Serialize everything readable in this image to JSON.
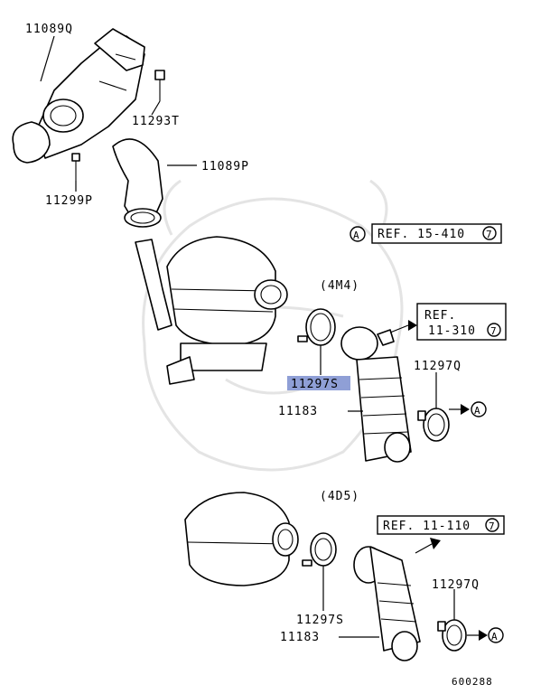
{
  "labels": {
    "resonator_upper": "11089Q",
    "nut": "11293T",
    "duct": "11089P",
    "bolt": "11299P",
    "clamp_4m4": "11297S",
    "clamp_4d5": "11297S",
    "hose_4m4": "11183",
    "hose_4d5": "11183",
    "clamp_q_4m4": "11297Q",
    "clamp_q_4d5": "11297Q"
  },
  "variants": {
    "first": "(4M4)",
    "second": "(4D5)"
  },
  "refs": {
    "ref1": {
      "circle": "A",
      "prefix": "REF. 15-410",
      "num": "7"
    },
    "ref2": {
      "line1": "REF.",
      "line2": "11-310",
      "num": "7"
    },
    "ref3": {
      "prefix": "REF. 11-110",
      "num": "7"
    },
    "arrow_a_1": "A",
    "arrow_a_2": "A"
  },
  "diagram_id": "600288",
  "highlight_color": "#8f9fd6"
}
